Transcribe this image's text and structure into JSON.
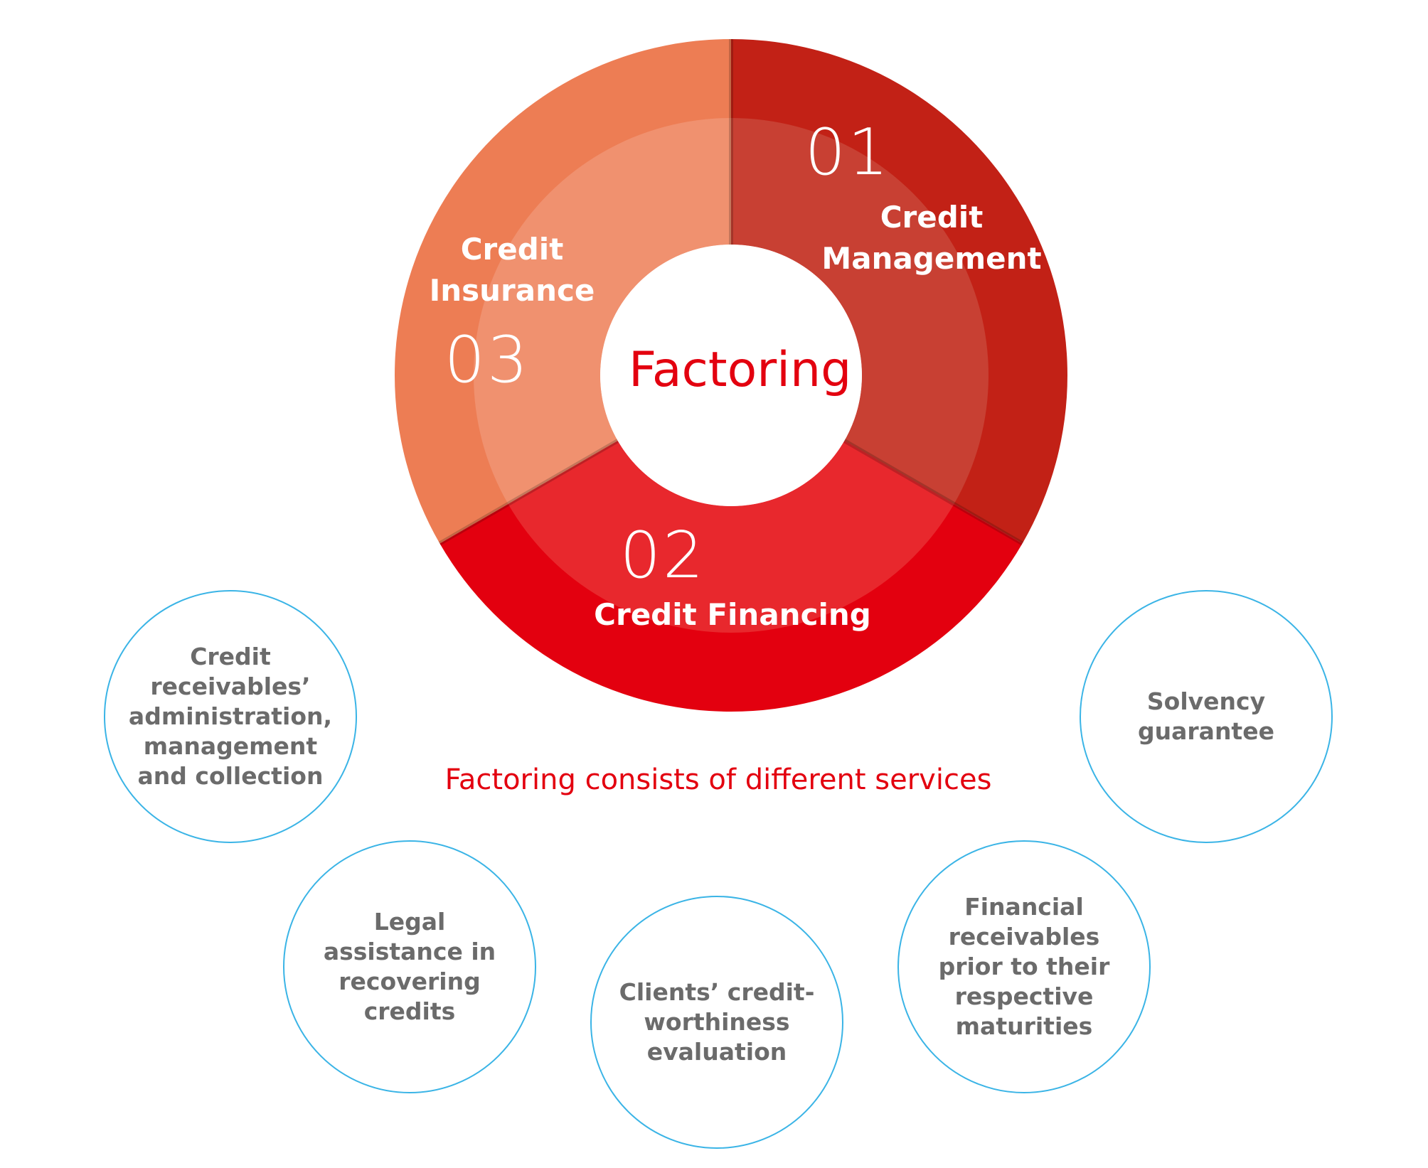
{
  "center": {
    "title": "Factoring"
  },
  "segments": [
    {
      "number": "01",
      "title": "Credit\nManagement",
      "color": "#c22116",
      "inner_color": "#c84033"
    },
    {
      "number": "02",
      "title": "Credit Financing",
      "color": "#e3000f",
      "inner_color": "#e8282d"
    },
    {
      "number": "03",
      "title": "Credit\nInsurance",
      "color": "#ed7d54",
      "inner_color": "#f0916f"
    }
  ],
  "caption": "Factoring consists of different services",
  "services": [
    {
      "text": "Credit\nreceivables’\nadministration,\nmanagement\nand collection"
    },
    {
      "text": "Legal\nassistance in\nrecovering\ncredits"
    },
    {
      "text": "Clients’ credit-\nworthiness\nevaluation"
    },
    {
      "text": "Financial\nreceivables\nprior to their\nrespective\nmaturities"
    },
    {
      "text": "Solvency\nguarantee"
    }
  ],
  "colors": {
    "accent": "#e3000f",
    "bubble_border": "#3ab4e6",
    "bubble_text": "#6b6b6b"
  }
}
